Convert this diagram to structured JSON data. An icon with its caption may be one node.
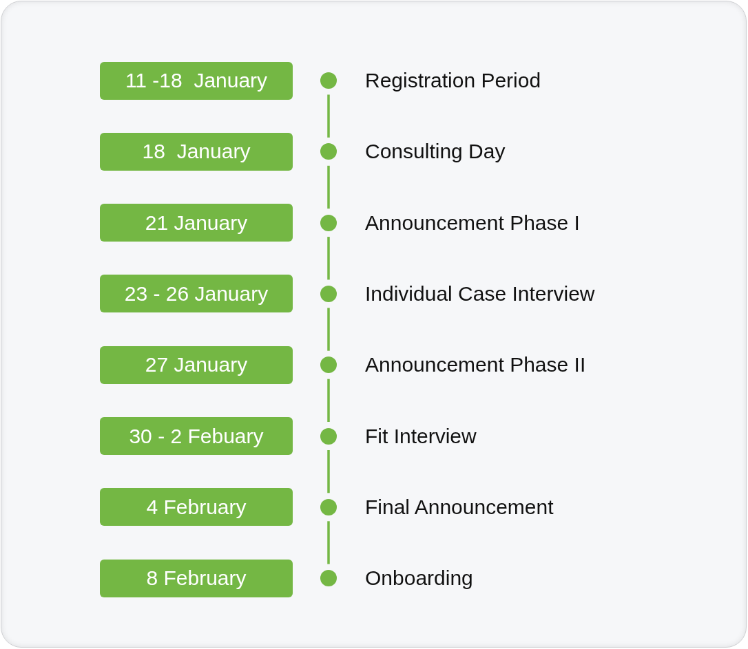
{
  "diagram": {
    "nodes": [
      {
        "text": [
          "11 -18  January"
        ]
      },
      {
        "text": [],
        "shape": "circle",
        "beside": [
          "Registration Period"
        ]
      },
      {
        "text": [
          "18  January"
        ]
      },
      {
        "text": [],
        "shape": "circle",
        "beside": [
          "Consulting Day"
        ]
      },
      {
        "text": [
          "21 January"
        ]
      },
      {
        "text": [],
        "shape": "circle",
        "beside": [
          "Announcement Phase I"
        ]
      },
      {
        "text": [
          "23 - 26 January"
        ]
      },
      {
        "text": [],
        "shape": "circle",
        "beside": [
          "Individual Case Interview"
        ]
      },
      {
        "text": [
          "27 January"
        ]
      },
      {
        "text": [],
        "shape": "circle",
        "beside": [
          "Announcement Phase II"
        ]
      },
      {
        "text": [
          "30 - 2 Febuary"
        ]
      },
      {
        "text": [],
        "shape": "circle",
        "beside": [
          "Fit Interview"
        ]
      },
      {
        "text": [
          "4 February"
        ]
      },
      {
        "text": [],
        "shape": "circle",
        "beside": [
          "Final Announcement"
        ]
      },
      {
        "text": [
          "8 February"
        ]
      },
      {
        "text": [],
        "shape": "circle",
        "beside": [
          "Onboarding"
        ]
      }
    ],
    "edges": [
      {
        "from": 1,
        "to": 3,
        "arrow": "none"
      },
      {
        "from": 3,
        "to": 5,
        "arrow": "none"
      },
      {
        "from": 5,
        "to": 7,
        "arrow": "none"
      },
      {
        "from": 7,
        "to": 9,
        "arrow": "none"
      },
      {
        "from": 9,
        "to": 11,
        "arrow": "none"
      },
      {
        "from": 11,
        "to": 13,
        "arrow": "none"
      },
      {
        "from": 13,
        "to": 15,
        "arrow": "none"
      }
    ]
  }
}
